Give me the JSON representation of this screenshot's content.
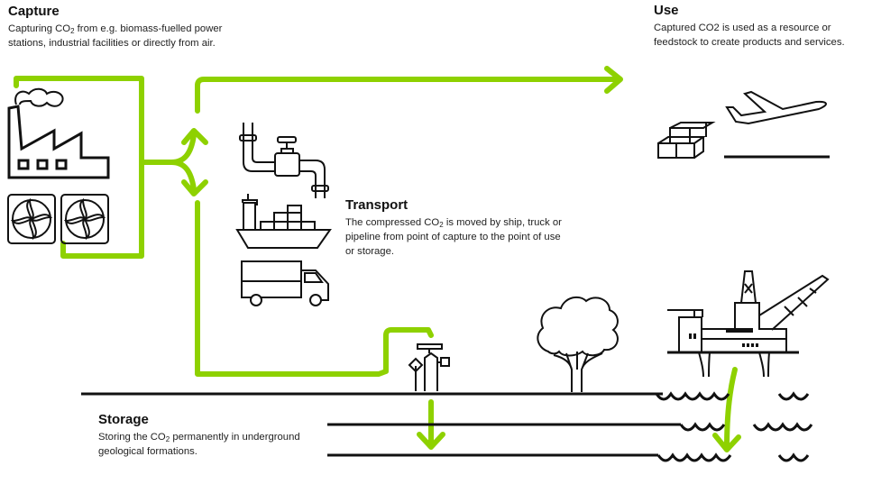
{
  "diagram": {
    "title": "Carbon capture, use and storage value chain",
    "accent_color": "#8ed100",
    "line_color": "#111111"
  },
  "capture": {
    "heading": "Capture",
    "desc_before_sub": "Capturing CO",
    "desc_sub": "2",
    "desc_after_sub": " from e.g. biomass-fuelled power stations, industrial facilities or directly from air.",
    "icons": [
      "factory-icon",
      "direct-air-capture-fan-icon",
      "direct-air-capture-fan-icon"
    ]
  },
  "use": {
    "heading": "Use",
    "description": "Captured CO2 is used as a resource or feedstock to create products and services.",
    "icons": [
      "cargo-boxes-icon",
      "airplane-icon"
    ]
  },
  "transport": {
    "heading": "Transport",
    "desc_before_sub": "The compressed CO",
    "desc_sub": "2",
    "desc_after_sub": " is moved by ship, truck or pipeline from point of capture to the point of use or storage.",
    "icons": [
      "pipeline-valve-icon",
      "cargo-ship-icon",
      "truck-icon"
    ]
  },
  "storage": {
    "heading": "Storage",
    "desc_before_sub": "Storing the CO",
    "desc_sub": "2",
    "desc_after_sub": " permanently in underground geological formations.",
    "icons": [
      "wellhead-icon",
      "tree-icon",
      "offshore-platform-icon",
      "sea-waves-icon"
    ]
  }
}
